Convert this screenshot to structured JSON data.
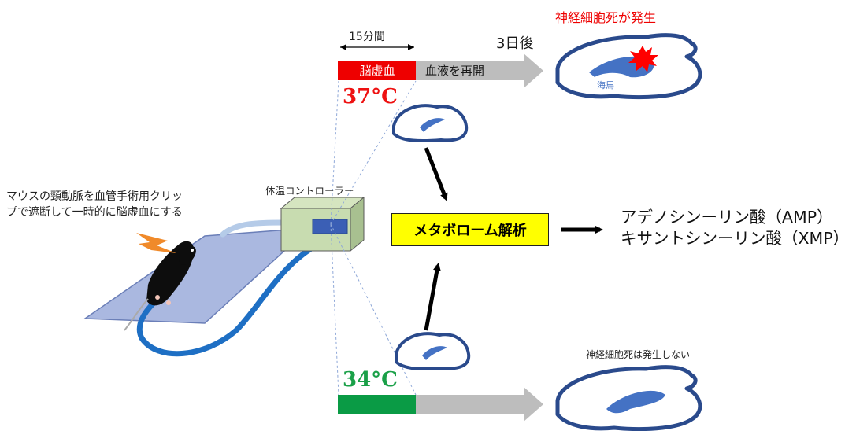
{
  "surgery": {
    "caption_line1": "マウスの頸動脈を血管手術用クリッ",
    "caption_line2": "プで遮断して一時的に脳虚血にする"
  },
  "controller": {
    "label": "体温コントローラー"
  },
  "timeline": {
    "duration": "15分間",
    "ischemia": "脳虚血",
    "reperfusion": "血液を再開",
    "after": "3日後"
  },
  "conditions": {
    "high_temp": "37°C",
    "low_temp": "34°C"
  },
  "outcomes": {
    "neuron_death": "神経細胞死が発生",
    "hippocampus": "海馬",
    "no_neuron_death": "神経細胞死は発生しない"
  },
  "analysis": {
    "label": "メタボローム解析"
  },
  "results": [
    "アデノシンーリン酸（AMP）",
    "キサントシンーリン酸（XMP）"
  ],
  "colors": {
    "ischemia_red": "#ee0000",
    "temp_high": "#ee1111",
    "temp_low": "#1aa048",
    "low_bar_green": "#0a9b45",
    "arrow_gray": "#bdbdbd",
    "brain_outline": "#2a4a8c",
    "hippocampus_blue": "#4472c4",
    "analysis_bg": "#ffff00",
    "outcome_red": "#ee0000"
  }
}
